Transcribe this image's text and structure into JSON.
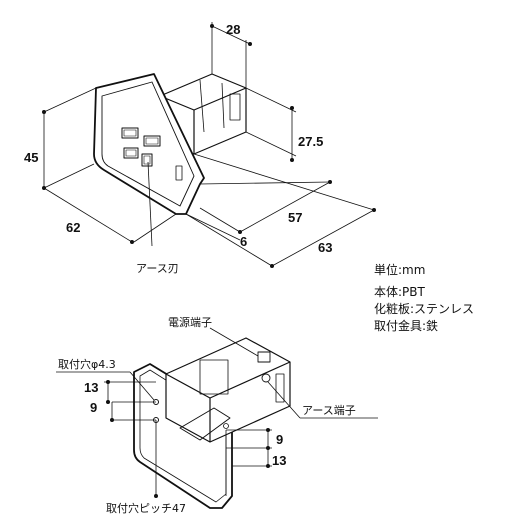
{
  "top_view": {
    "dims": {
      "depth_body": "28",
      "height": "45",
      "body_height": "27.5",
      "width": "62",
      "length": "57",
      "plate": "6",
      "overall": "63"
    },
    "earth_blade_label": "アース刃"
  },
  "specs": {
    "unit": "単位:mm",
    "body": "本体:PBT",
    "plate": "化粧板:ステンレス",
    "bracket": "取付金具:鉄"
  },
  "bottom_view": {
    "power_terminal_label": "電源端子",
    "mount_hole_label": "取付穴φ4.3",
    "earth_terminal_label": "アース端子",
    "dims": {
      "left_13": "13",
      "left_9": "9",
      "right_9": "9",
      "right_13": "13"
    },
    "hole_pitch_label": "取付穴ピッチ47"
  }
}
